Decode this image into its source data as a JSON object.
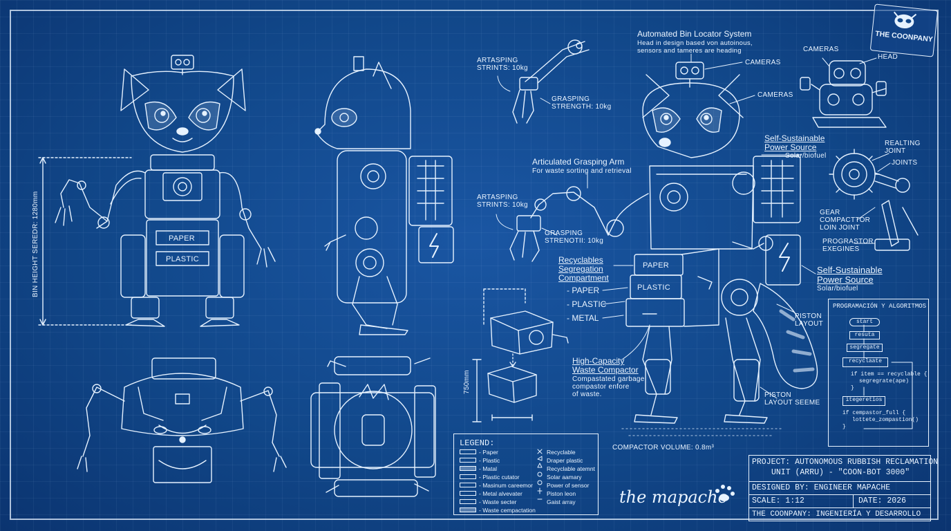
{
  "labels": {
    "bin_locator_title": "Automated Bin Locator System",
    "bin_locator_desc1": "Head in design based von autoinous,",
    "bin_locator_desc2": "sensors and tameres are heading",
    "cameras_top": "CAMERAS",
    "cameras_mid": "CAMERAS",
    "cameras_head": "CAMERAS",
    "head": "HEAD",
    "artasping_top": "ARTASPING\nSTRINTS: 10kg",
    "grasping_top": "GRASPING\nSTRENGTH: 10kg",
    "articulated_title": "Articulated Grasping Arm",
    "articulated_desc": "For waste sorting and retrieval",
    "artasping_mid": "ARTASPING\nSTRINTS: 10kg",
    "grasping_mid": "GRASPING\nSTRENOTII: 10kg",
    "power_top_title": "Self-Sustainable\nPower Source",
    "power_top_desc": "Solar/biofuel",
    "realting_joint": "REALTING\nJOINT",
    "joints": "JOINTS",
    "gear_compactor": "GEAR\nCOMPACTTOR\nLOIN JOINT",
    "prograstor": "PROGRASTOR\nEXEGINES",
    "recyclables_title": "Recyclables\nSegregation\nCompartment",
    "list_paper": "- PAPER",
    "list_plastic": "- PLASTIC",
    "list_metal": "- METAL",
    "power_low_title": "Self-Sustainable\nPower Source",
    "power_low_desc": "Solar/biofuel",
    "piston_layout": "PISTON\nLAYOUT",
    "piston_layout_seeme": "PISTON\nLAYOUT SEEME",
    "compactor_title": "High-Capacity\nWaste Compactor",
    "compactor_desc": "Compastated garbage\ncompastor enfore\nof waste.",
    "compactor_volume": "COMPACTOR VOLUME: 0.8m³",
    "dim_750": "750mm",
    "bin_height": "BIN HEIGHT SEREDR: 1280mm",
    "front_paper": "PAPER",
    "front_plastic": "PLASTIC",
    "drawer_paper": "PAPER",
    "drawer_plastic": "PLASTIC",
    "signature": "the mapache"
  },
  "legend": {
    "title": "LEGEND:",
    "left": [
      "- Paper",
      "- Plastic",
      "- Matal",
      "- Plastic cutator",
      "- Masinum careemor",
      "- Metal alvevater",
      "- Waste secter",
      "- Waste cempactation"
    ],
    "right": [
      "Recyclable",
      "Draper plastic",
      "Recyclable atemnt",
      "Solar aamary",
      "Power of sensor",
      "Piston leon",
      "Gaist array"
    ]
  },
  "program": {
    "title": "PROGRAMACIÓN Y ALGORITMOS",
    "start": "start",
    "step2": "resuta",
    "step3": "segregate",
    "decision": "recyclaate",
    "code1a": "if item == recyclable {",
    "code1b": "segregrate(ape)",
    "code1c": "}",
    "decision2": "itegeretios",
    "code2a": "if cempastor_full {",
    "code2b": "lottete_zompastion()",
    "code2c": "}"
  },
  "logo": {
    "text": "THE COONPANY"
  },
  "title_block": {
    "project": "PROJECT: AUTONOMOUS RUBBISH RECLAMATION",
    "project2": "UNIT (ARRU) - \"COON-BOT 3000\"",
    "designed": "DESIGNED BY: ENGINEER MAPACHE",
    "scale": "SCALE: 1:12",
    "date": "DATE: 2026",
    "company": "THE COONPANY: INGENIERÍA Y DESARROLLO"
  }
}
